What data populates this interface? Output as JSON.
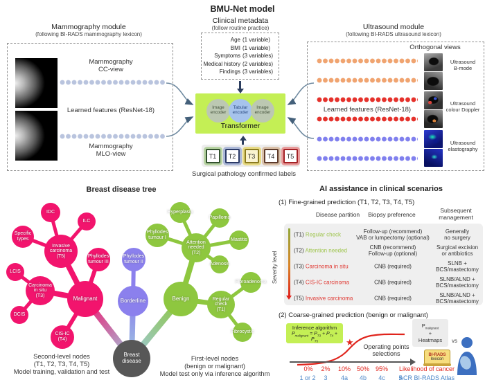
{
  "header": {
    "title": "BMU-Net model"
  },
  "mammo": {
    "title": "Mammography module",
    "subtitle": "(following BI-RADS mammography lexicon)",
    "cc_label": "Mammography\nCC-view",
    "features_label": "Learned features (ResNet-18)",
    "mlo_label": "Mammography\nMLO-view"
  },
  "clinical": {
    "title": "Clinical metadata",
    "subtitle": "(follow routine practice)",
    "rows": [
      {
        "label": "Age",
        "value": "(1 variable)"
      },
      {
        "label": "BMI",
        "value": "(1 variable)"
      },
      {
        "label": "Symptoms",
        "value": "(3 variables)"
      },
      {
        "label": "Medical history",
        "value": "(2 variables)"
      },
      {
        "label": "Findings",
        "value": "(3 variables)"
      }
    ]
  },
  "transformer": {
    "label": "Transformer",
    "encoders": [
      "Image\nencoder",
      "Tabular\nencoder",
      "Image\nencoder"
    ]
  },
  "labels_row": {
    "items": [
      "T1",
      "T2",
      "T3",
      "T4",
      "T5"
    ],
    "caption": "Surgical pathology confirmed labels"
  },
  "ultrasound": {
    "title": "Ultrasound module",
    "subtitle": "(following BI-RADS ultrasound lexicon)",
    "orthogonal": "Orthogonal views",
    "features_label": "Learned features (ResNet-18)",
    "modes": [
      "Ultrasound\nB-mode",
      "Ultrasound\ncolour Doppler",
      "Ultrasound\nelastography"
    ]
  },
  "tree": {
    "title": "Breast disease tree",
    "caption_left": "Second-level nodes\n(T1, T2, T3, T4, T5)\nModel training, validation and test",
    "caption_right": "First-level nodes\n(benign or malignant)\nModel test only via inference algorithm",
    "nodes": [
      {
        "label": "IDC"
      },
      {
        "label": "ILC"
      },
      {
        "label": "Specific\ntypes"
      },
      {
        "label": "Invasive\ncarcinoma\n(T5)"
      },
      {
        "label": "Phyllodes\ntumour III"
      },
      {
        "label": "LCIS"
      },
      {
        "label": "Carcinoma\nin situ\n(T3)"
      },
      {
        "label": "DCIS"
      },
      {
        "label": "Malignant"
      },
      {
        "label": "CIS-IC\n(T4)"
      },
      {
        "label": "Phyllodes\ntumour II"
      },
      {
        "label": "Borderline"
      },
      {
        "label": "Phyllodes\ntumour I"
      },
      {
        "label": "Hyperplasia"
      },
      {
        "label": "Papilloma"
      },
      {
        "label": "Mastitis"
      },
      {
        "label": "Attention\nneeded\n(T2)"
      },
      {
        "label": "Adenosis"
      },
      {
        "label": "Fibroadenoma"
      },
      {
        "label": "Benign"
      },
      {
        "label": "Regular\ncheck\n(T1)"
      },
      {
        "label": "Fibrocystic"
      },
      {
        "label": "Breast\ndisease"
      }
    ]
  },
  "ai": {
    "title": "AI assistance in clinical scenarios",
    "fine_title": "(1) Fine-grained prediction (T1, T2, T3, T4, T5)",
    "severity_label": "Severity level",
    "headers": [
      "Disease partition",
      "Biopsy preference",
      "Subsequent\nmanagement"
    ],
    "rows": [
      {
        "tag": "(T1)",
        "name": "Regular check",
        "biopsy": "Follow-up (recommend)\nVAB or lumpectomy (optional)",
        "mgmt": "Generally\nno surgery"
      },
      {
        "tag": "(T2)",
        "name": "Attention needed",
        "biopsy": "CNB (recommend)\nFollow-up (optional)",
        "mgmt": "Surgical excision\nor antibiotics"
      },
      {
        "tag": "(T3)",
        "name": "Carcinoma in situ",
        "biopsy": "CNB (required)",
        "mgmt": "SLNB +\nBCS/mastectomy"
      },
      {
        "tag": "(T4)",
        "name": "CIS-IC carcinoma",
        "biopsy": "CNB (required)",
        "mgmt": "SLNB/ALND +\nBCS/mastectomy"
      },
      {
        "tag": "(T5)",
        "name": "Invasive carcinoma",
        "biopsy": "CNB (required)",
        "mgmt": "SLNB/ALND +\nBCS/mastectomy"
      }
    ],
    "coarse_title": "(2) Coarse-grained prediction (benign or malignant)",
    "inference": {
      "title": "Inference algorithm",
      "f_p1": "P",
      "f_s1": "malignant",
      "f_p2": " = P",
      "f_s2": "T3",
      "f_p3": " + P",
      "f_s3": "T4",
      "f_p4": " + P",
      "f_s4": "T5"
    },
    "star_icon": "★",
    "operating": "Operating points\nselections",
    "axis": {
      "percents": [
        "0%",
        "2%",
        "10%",
        "50%",
        "95%"
      ],
      "percent_label": "Likelihood of cancer",
      "birads": [
        "1 or 2",
        "3",
        "4a",
        "4b",
        "4c",
        "5"
      ],
      "birads_label": "ACR BI-RADS Atlas"
    },
    "output": {
      "p": "P",
      "sub": "malignant",
      "plus": "+",
      "heat": "Heatmaps"
    },
    "vs": "vs",
    "book": {
      "line1": "BI-RADS",
      "line2": "lexicon"
    }
  },
  "colors": {
    "transformer_green": "#c4ef55",
    "malignant_pink": "#f2146d",
    "borderline_purple": "#8b80ed",
    "benign_green": "#8ec73f",
    "root_gray": "#575757",
    "mammo_dots": "#b9c4de",
    "us_bmode_dots": "#f0a470",
    "us_doppler_dots": "#e5312b",
    "us_elasto_dots": "#8080ee",
    "table_green_text": "#9fc54e",
    "table_red_text": "#e03a34",
    "likelihood_red": "#e0241c",
    "birads_blue": "#4a86c8"
  }
}
